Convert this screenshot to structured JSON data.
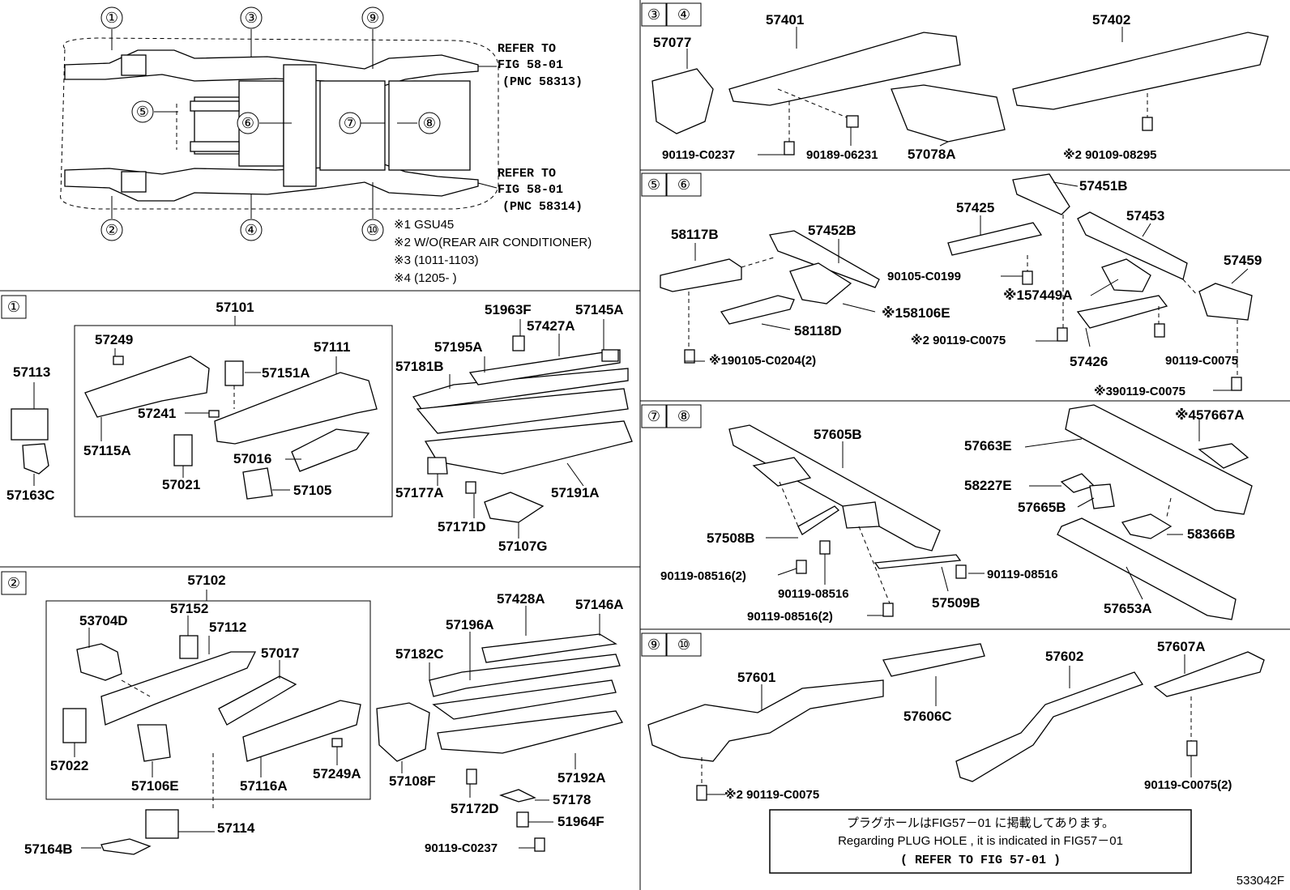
{
  "overview": {
    "circle_labels": [
      "①",
      "②",
      "③",
      "④",
      "⑤",
      "⑥",
      "⑦",
      "⑧",
      "⑨",
      "⑩"
    ],
    "refer_top": [
      "REFER TO",
      "FIG 58-01",
      "(PNC 58313)"
    ],
    "refer_bottom": [
      "REFER TO",
      "FIG 58-01",
      "(PNC 58314)"
    ],
    "notes": [
      "※1 GSU45",
      "※2 W/O(REAR AIR CONDITIONER)",
      "※3 (1011-1103)",
      "※4 (1205-      )"
    ]
  },
  "sections": {
    "s1": {
      "header": "①",
      "group": "57101",
      "parts": [
        "57113",
        "57163C",
        "57249",
        "57115A",
        "57241",
        "57151A",
        "57111",
        "57021",
        "57016",
        "57105",
        "51963F",
        "57145A",
        "57195A",
        "57427A",
        "57181B",
        "57177A",
        "57171D",
        "57191A",
        "57107G"
      ]
    },
    "s2": {
      "header": "②",
      "group": "57102",
      "parts": [
        "53704D",
        "57152",
        "57112",
        "57017",
        "57022",
        "57106E",
        "57116A",
        "57249A",
        "57114",
        "57164B",
        "57428A",
        "57146A",
        "57196A",
        "57182C",
        "57108F",
        "57192A",
        "57172D",
        "57178",
        "51964F",
        "90119-C0237"
      ]
    },
    "s34": {
      "header": [
        "③",
        "④"
      ],
      "parts": [
        "57077",
        "57401",
        "57402",
        "90119-C0237",
        "90189-06231",
        "57078A",
        "※2 90109-08295"
      ]
    },
    "s56": {
      "header": [
        "⑤",
        "⑥"
      ],
      "parts": [
        "58117B",
        "57452B",
        "57451B",
        "57425",
        "57453",
        "57459",
        "90105-C0199",
        "※157449A",
        "※158106E",
        "58118D",
        "※2 90119-C0075",
        "57426",
        "90119-C0075",
        "※190105-C0204(2)",
        "※390119-C0075"
      ]
    },
    "s78": {
      "header": [
        "⑦",
        "⑧"
      ],
      "parts": [
        "57605B",
        "57663E",
        "※457667A",
        "58227E",
        "57665B",
        "58366B",
        "57508B",
        "90119-08516(2)",
        "90119-08516",
        "90119-08516",
        "90119-08516(2)",
        "57509B",
        "57653A"
      ]
    },
    "s910": {
      "header": [
        "⑨",
        "⑩"
      ],
      "parts": [
        "57601",
        "57606C",
        "57602",
        "57607A",
        "※2 90119-C0075",
        "90119-C0075(2)"
      ]
    }
  },
  "plug_note": {
    "jp": "プラグホールはFIG57－01 に掲載してあります。",
    "en": "Regarding  PLUG  HOLE , it  is  indicated  in  FIG57－01",
    "refer": "(   REFER TO FIG 57-01 )"
  },
  "diagram_id": "533042F"
}
